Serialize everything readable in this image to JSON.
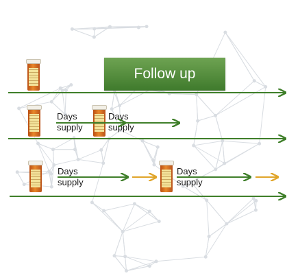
{
  "follow_up": {
    "label": "Follow up"
  },
  "rows": [
    {
      "labels": []
    },
    {
      "labels": [
        "Days\nsupply",
        "Days\nsupply"
      ]
    },
    {
      "labels": [
        "Days\nsupply",
        "Days\nsupply"
      ]
    }
  ],
  "colors": {
    "timeline": "#3f7f2a",
    "arrow_green": "#3f7f2a",
    "arrow_gold": "#e0a52a",
    "button_top": "#6ea352",
    "button_bottom": "#3f7a2c",
    "bottle_body": "#d8741f",
    "network": "#d9dde2"
  },
  "icons": [
    "pill-bottle-icon",
    "arrow-right-icon",
    "network-globe-background"
  ]
}
